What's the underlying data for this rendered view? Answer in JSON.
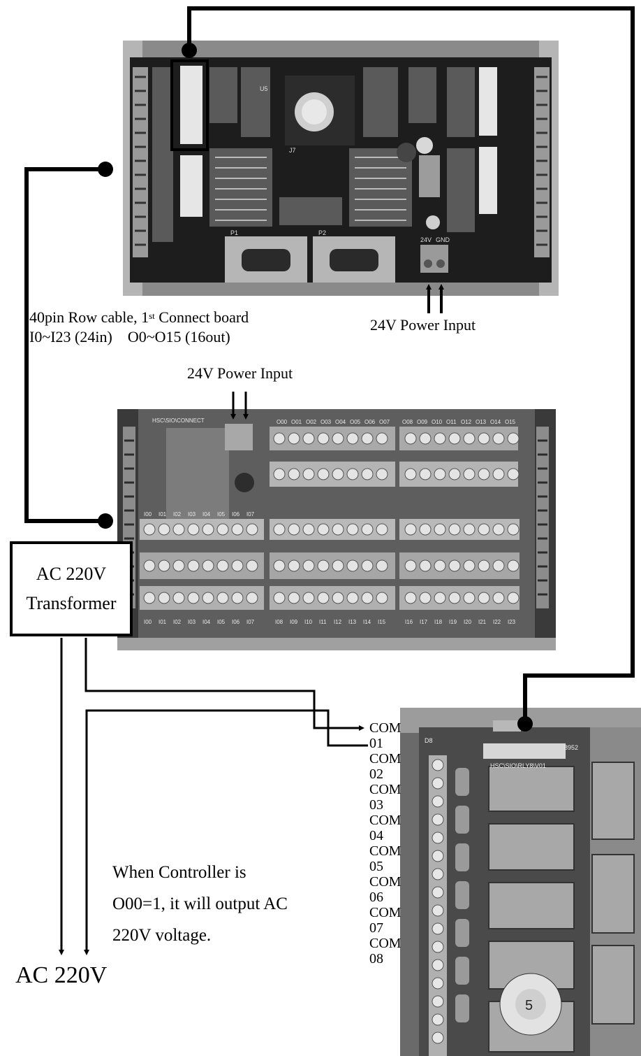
{
  "board1": {
    "caption_line1_pre": "40pin Row cable, 1",
    "caption_line1_sup": "st",
    "caption_line1_post": " Connect board",
    "caption_line2": "I0~I23 (24in)    O0~O15 (16out)",
    "power_label": "24V Power Input",
    "pcb_text": [
      "U5",
      "P1",
      "P2",
      "J7",
      "24V",
      "GND"
    ]
  },
  "board2": {
    "power_label": "24V Power Input",
    "pcb_text": {
      "title": "HSC\\SIO\\CONNECT",
      "top_outputs_a": [
        "O00",
        "O01",
        "O02",
        "O03",
        "O04",
        "O05",
        "O06",
        "O07"
      ],
      "top_outputs_b": [
        "O08",
        "O09",
        "O10",
        "O11",
        "O12",
        "O13",
        "O14",
        "O15"
      ],
      "mid_inputs": [
        "I00",
        "I01",
        "I02",
        "I03",
        "I04",
        "I05",
        "I06",
        "I07"
      ],
      "bottom_inputs_a": [
        "I00",
        "I01",
        "I02",
        "I03",
        "I04",
        "I05",
        "I06",
        "I07"
      ],
      "bottom_inputs_b": [
        "I08",
        "I09",
        "I10",
        "I11",
        "I12",
        "I13",
        "I14",
        "I15"
      ],
      "bottom_inputs_c": [
        "I16",
        "I17",
        "I18",
        "I19",
        "I20",
        "I21",
        "I22",
        "I23"
      ]
    }
  },
  "transformer": {
    "line1": "AC 220V",
    "line2": "Transformer"
  },
  "relay_board": {
    "terminals": [
      "COM",
      "01",
      "COM",
      "02",
      "COM",
      "03",
      "COM",
      "04",
      "COM",
      "05",
      "COM",
      "06",
      "COM",
      "07",
      "COM",
      "08"
    ],
    "pcb_text": [
      "D8",
      "HSC\\SIO\\RLY8\\V01",
      "8952",
      "5"
    ]
  },
  "note": {
    "line1": "When Controller is",
    "line2": "O00=1, it will output AC",
    "line3": "220V voltage."
  },
  "ac_label": "AC 220V"
}
